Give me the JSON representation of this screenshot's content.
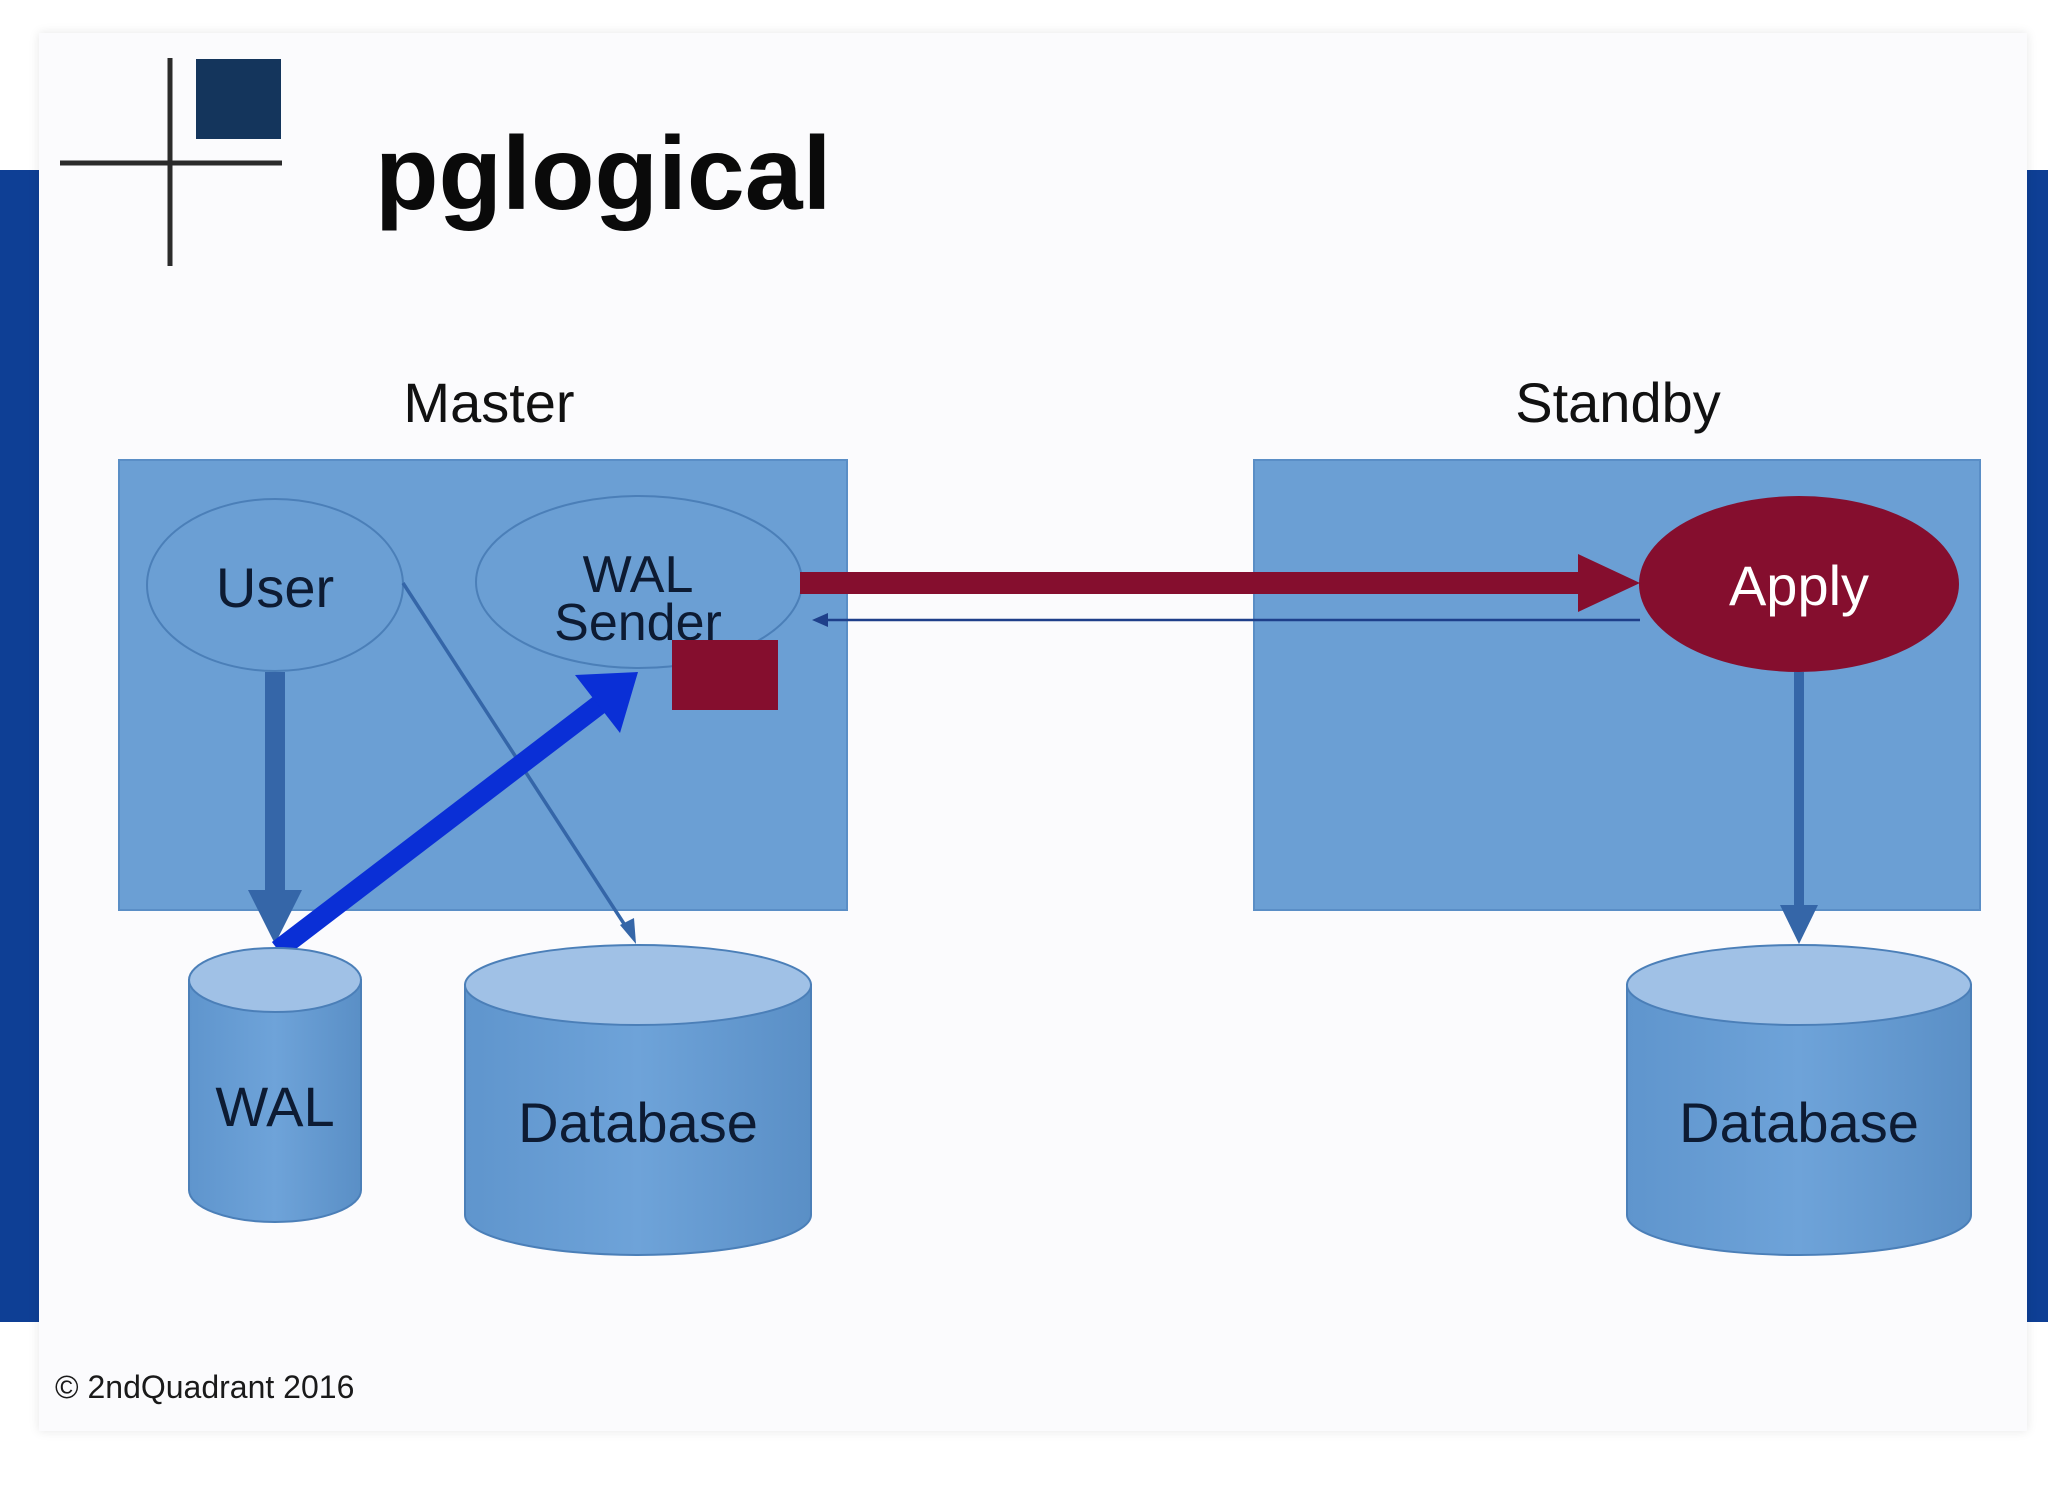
{
  "slide": {
    "title": "pglogical",
    "footer": "© 2ndQuadrant 2016"
  },
  "diagram": {
    "master_label": "Master",
    "standby_label": "Standby",
    "user_node": "User",
    "wal_sender_line1": "WAL",
    "wal_sender_line2": "Sender",
    "apply_node": "Apply",
    "wal_store": "WAL",
    "master_database": "Database",
    "standby_database": "Database"
  },
  "colors": {
    "panel_blue": "#6b9fd4",
    "arrow_blue": "#3566a8",
    "bright_blue": "#0a2fd6",
    "crimson": "#850e2e",
    "logo_navy": "#14355c",
    "backdrop_blue": "#0e3f95"
  }
}
